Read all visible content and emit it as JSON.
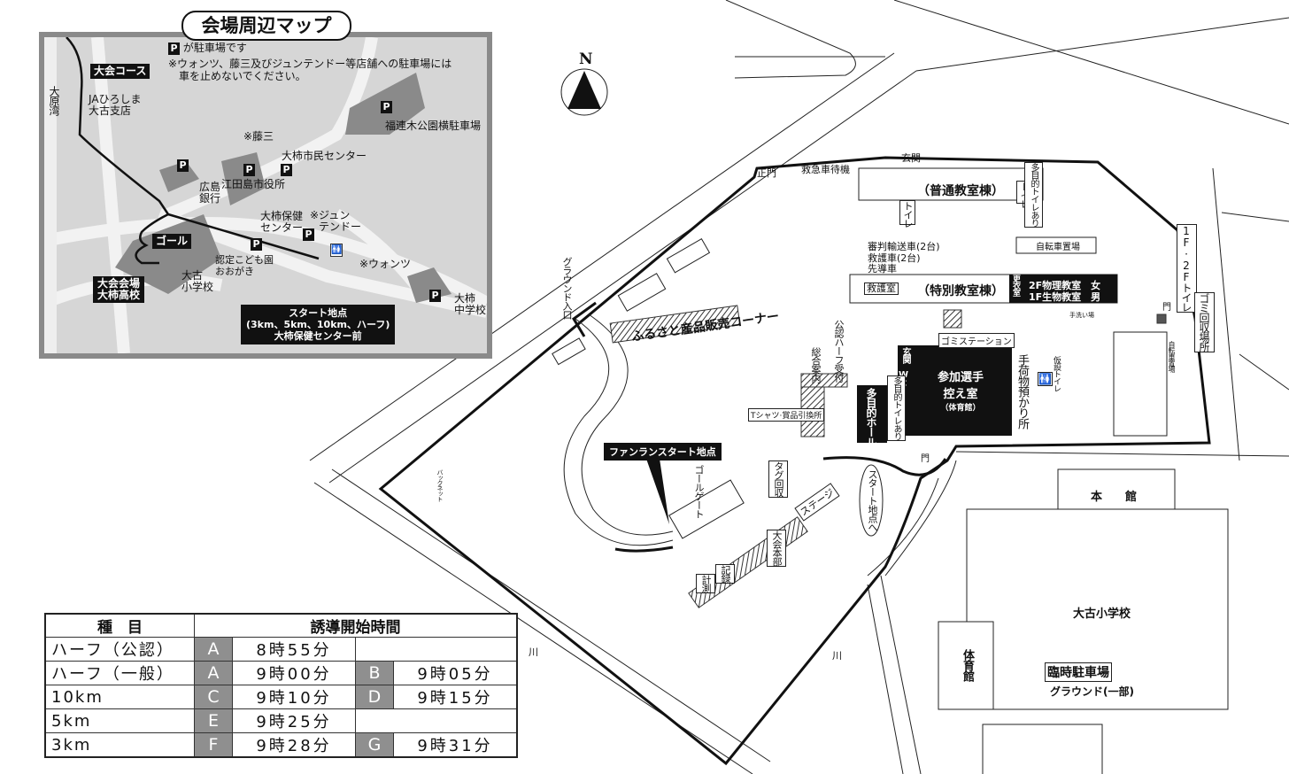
{
  "inset": {
    "title": "会場周辺マップ",
    "legend_p": "P",
    "legend_text": "が駐車場です",
    "note_line1": "※ウォンツ、藤三及びジュンテンドー等店舗への駐車場には",
    "note_line2": "車を止めないでください。",
    "course": "大会コース",
    "bay": "大原湾",
    "ja": "JAひろしま",
    "ja2": "大古支店",
    "fujimitsu": "※藤三",
    "park_lot": "福連木公園横駐車場",
    "civic": "大柿市民センター",
    "bank": "広島",
    "bank2": "銀行",
    "cityhall": "江田島市役所",
    "health": "大柿保健",
    "health2": "センター",
    "junten": "※ジュン",
    "junten2": "テンドー",
    "kodomo": "認定こども園",
    "kodomo2": "おおがき",
    "ohuru": "大古",
    "ohuru2": "小学校",
    "wants": "※ウォンツ",
    "goal": "ゴール",
    "venue1": "大会会場",
    "venue2": "大柿高校",
    "start1": "スタート地点",
    "start2": "(3km、5km、10km、ハーフ)",
    "start3": "大柿保健センター前",
    "jhs": "大柿",
    "jhs2": "中学校"
  },
  "map": {
    "north": "N",
    "main_gate": "正門",
    "ambulance": "救急車待機",
    "entrance1": "玄関",
    "general_bldg": "（普通教室棟）",
    "toilet_a": "トイレ",
    "toilet_b": "トイレ",
    "mp_toilet1": "多目的トイレあり",
    "bike1": "自転車置場",
    "referee": "審判輸送車(2台)",
    "rescue_car": "救護車(2台)",
    "lead_car": "先導車",
    "first_aid": "救護室",
    "special_bldg": "（特別教室棟）",
    "locker": "更衣室",
    "physics": "2F物理教室　女",
    "biology": "1F生物教室　男",
    "washing": "手洗い場",
    "toilet12": "1F·2Fトイレ",
    "gate_e": "門",
    "garbage_col": "ゴミ回収場所",
    "bike2": "自転車置場",
    "garbage_st": "ゴミステーション",
    "half_reception": "公認ハーフ受付",
    "info": "総合案内",
    "tshirt": "Tシャツ·賞品引換所",
    "entrance2": "玄関",
    "wc": "WC",
    "mp_toilet2": "多目的トイレあり",
    "mp_hall": "多目的ホール",
    "waiting1": "参加選手",
    "waiting2": "控え室",
    "waiting3": "（体育館）",
    "baggage": "手荷物預かり所",
    "temp_toilet": "仮設トイレ",
    "ground_entrance": "グラウンド入口",
    "local_products": "ふるさと産品販売コーナー",
    "funrun": "ファンランスタート地点",
    "goal_gate": "ゴールゲート",
    "tag": "タグ回収",
    "stage": "ステージ",
    "hq": "大会本部",
    "record": "記録",
    "timing": "計測",
    "backnet": "バックネット",
    "to_start": "スタート地点へ",
    "gate_s": "門",
    "main_hall": "本　　館",
    "elem_school": "大古小学校",
    "gym": "体育館",
    "temp_parking": "臨時駐車場",
    "ground_part": "グラウンド(一部)",
    "river1": "川",
    "river2": "川"
  },
  "table": {
    "header_event": "種　目",
    "header_time": "誘導開始時間",
    "rows": [
      {
        "event": "ハーフ（公認）",
        "code1": "A",
        "time1": "8時55分",
        "code2": "",
        "time2": ""
      },
      {
        "event": "ハーフ（一般）",
        "code1": "A",
        "time1": "9時00分",
        "code2": "B",
        "time2": "9時05分"
      },
      {
        "event": "10km",
        "code1": "C",
        "time1": "9時10分",
        "code2": "D",
        "time2": "9時15分"
      },
      {
        "event": "5km",
        "code1": "E",
        "time1": "9時25分",
        "code2": "",
        "time2": ""
      },
      {
        "event": "3km",
        "code1": "F",
        "time1": "9時28分",
        "code2": "G",
        "time2": "9時31分"
      }
    ]
  }
}
